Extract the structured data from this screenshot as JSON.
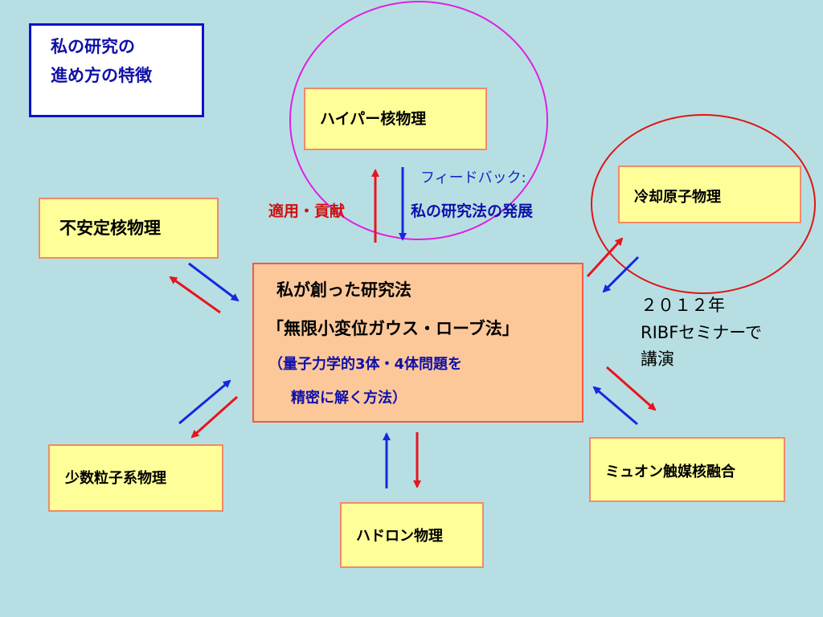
{
  "title": {
    "line1": "私の研究の",
    "line2": "進め方の特徴"
  },
  "boxes": {
    "hyper": "ハイパー核物理",
    "unstable": "不安定核物理",
    "cold_atom": "冷却原子物理",
    "few_body": "少数粒子系物理",
    "hadron": "ハドロン物理",
    "muon": "ミュオン触媒核融合"
  },
  "center": {
    "line1": "私が創った研究法",
    "line2": "「無限小変位ガウス・ローブ法」",
    "line3": "（量子力学的3体・4体問題を",
    "line4": "精密に解く方法）"
  },
  "labels": {
    "apply": "適用・貢献",
    "feedback": "フィードバック:",
    "develop": "私の研究法の発展",
    "seminar_year": "２０１２年",
    "seminar_name": "RIBFセミナーで",
    "seminar_talk": "講演"
  },
  "colors": {
    "background": "#b7dfe3",
    "box_fill": "#ffff99",
    "center_fill": "#fcc89a",
    "arrow_red": "#e8141e",
    "arrow_blue": "#1428e0",
    "circle_magenta": "#e020e0",
    "circle_red": "#e01414"
  }
}
